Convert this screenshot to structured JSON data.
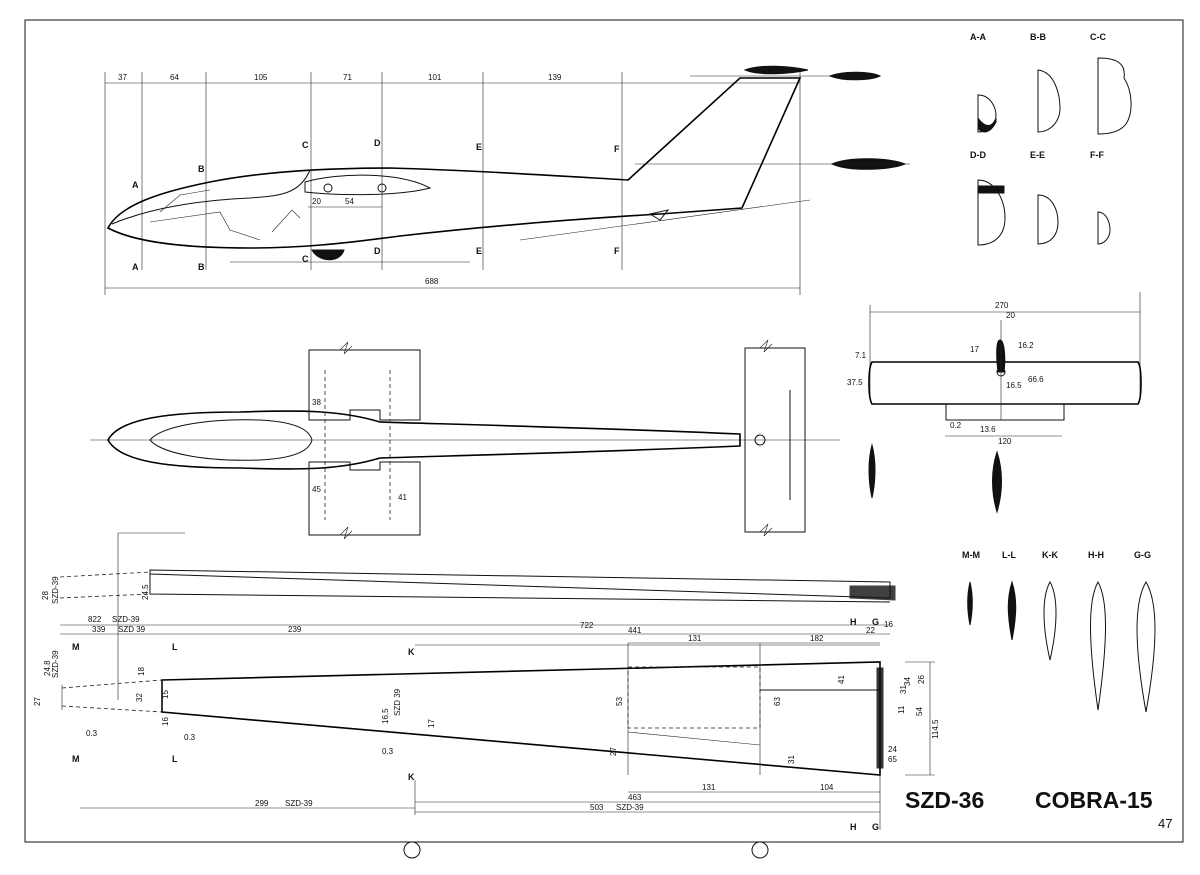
{
  "title": {
    "model": "SZD-36",
    "name": "COBRA-15",
    "page_number": "47"
  },
  "side_view": {
    "top_dims": [
      "37",
      "64",
      "105",
      "71",
      "101",
      "139"
    ],
    "overall_length": "688",
    "section_marks": [
      "A",
      "B",
      "C",
      "D",
      "E",
      "F"
    ],
    "canopy_dims": [
      "20",
      "54"
    ]
  },
  "top_view": {
    "wing_dims": [
      "38",
      "45",
      "41"
    ]
  },
  "tail_view": {
    "dims": [
      "270",
      "20",
      "17",
      "16.2",
      "37.5",
      "7.1",
      "66.6",
      "16.5",
      "0.2",
      "13.6",
      "120"
    ]
  },
  "section_labels_top": [
    "A-A",
    "B-B",
    "C-C",
    "D-D",
    "E-E",
    "F-F"
  ],
  "section_labels_wing": [
    "M-M",
    "L-L",
    "K-K",
    "H-H",
    "G-G"
  ],
  "wing_front": {
    "dims": [
      "28",
      "SZD-39",
      "24.5"
    ]
  },
  "wing_plan": {
    "top_dims": {
      "d822": "822",
      "szd39_a": "SZD-39",
      "d339": "339",
      "szd39_b": "SZD 39",
      "d239": "239",
      "d722": "722",
      "d441": "441",
      "d131": "131",
      "d182": "182",
      "d22": "22",
      "d16": "16"
    },
    "section_marks": {
      "m": "M",
      "l": "L",
      "k": "K",
      "h": "H",
      "g": "G"
    },
    "left_dims": [
      "27",
      "24.8",
      "SZD-39",
      "18",
      "32",
      "15",
      "16",
      "0.3",
      "0.3",
      "0.3",
      "17",
      "SZD 39",
      "16.5"
    ],
    "right_dims": [
      "53",
      "63",
      "27",
      "31",
      "41",
      "34",
      "54",
      "114.5",
      "26",
      "24",
      "65",
      "11",
      "31"
    ],
    "bottom_dims": {
      "d131b": "131",
      "d104": "104",
      "d463": "463",
      "d299": "299",
      "szd39_c": "SZD-39",
      "d503": "503",
      "szd39_d": "SZD-39"
    }
  }
}
